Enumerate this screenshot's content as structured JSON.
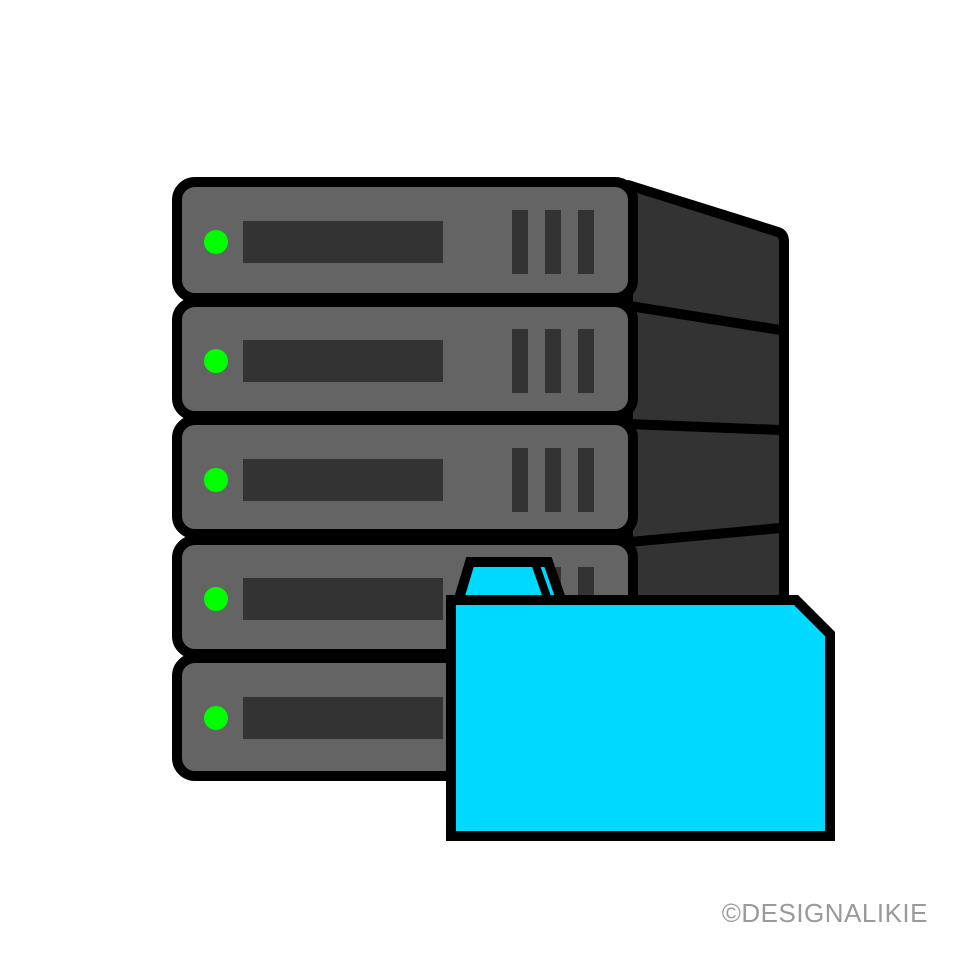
{
  "illustration": {
    "subject": "server-stack-with-folder",
    "server_unit_count": 5,
    "icons": [
      "server-rack-icon",
      "folder-icon"
    ]
  },
  "colors": {
    "background": "#ffffff",
    "outline": "#000000",
    "server_front": "#646464",
    "server_side": "#333333",
    "server_slot": "#333333",
    "status_led": "#00ff00",
    "folder_fill": "#00d9ff",
    "watermark": "#9a9a9a"
  },
  "watermark": {
    "text": "©DESIGNALIKIE"
  }
}
